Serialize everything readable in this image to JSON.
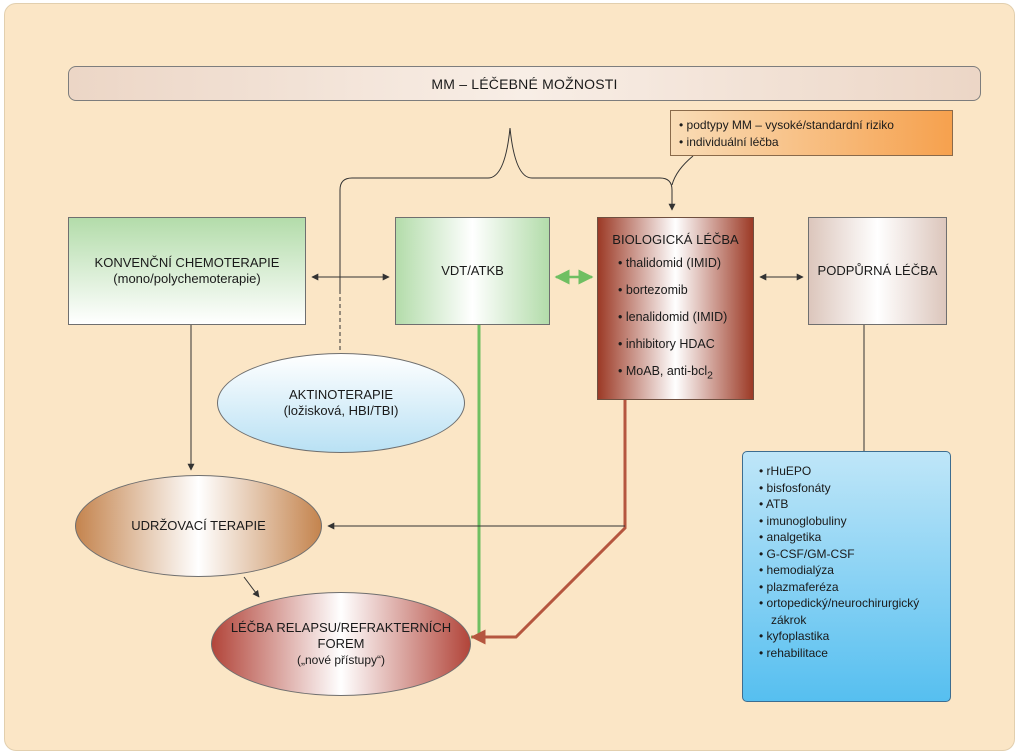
{
  "title": "MM – LÉČEBNÉ MOŽNOSTI",
  "risk_note": {
    "items": [
      "podtypy MM – vysoké/standardní riziko",
      "individuální léčba"
    ]
  },
  "chemotherapy": {
    "title": "KONVENČNÍ CHEMOTERAPIE",
    "subtitle": "(mono/polychemoterapie)"
  },
  "transplant": {
    "title": "VDT/ATKB"
  },
  "biological": {
    "title": "BIOLOGICKÁ LÉČBA",
    "items": [
      "thalidomid (IMID)",
      "bortezomib",
      "lenalidomid (IMID)",
      "inhibitory HDAC"
    ],
    "last_item_prefix": "MoAB, anti-bcl",
    "last_item_subscript": "2"
  },
  "supportive": {
    "title": "PODPŮRNÁ LÉČBA",
    "items": [
      "rHuEPO",
      "bisfosfonáty",
      "ATB",
      "imunoglobuliny",
      "analgetika",
      "G-CSF/GM-CSF",
      "hemodialýza",
      "plazmaferéza",
      "ortopedický/neurochirurgický zákrok",
      "kyfoplastika",
      "rehabilitace"
    ]
  },
  "radiotherapy": {
    "title": "AKTINOTERAPIE",
    "subtitle": "(ložisková, HBI/TBI)"
  },
  "maintenance": {
    "title": "UDRŽOVACÍ TERAPIE"
  },
  "relapse": {
    "title_line1": "LÉČBA RELAPSU/REFRAKTERNÍCH",
    "title_line2": "FOREM",
    "subtitle": "(„nové přístupy“)"
  },
  "colors": {
    "background": "#fbe6c6",
    "green_line": "#6fbf62",
    "red_line": "#b5563f",
    "dark_line": "#333333"
  },
  "bullet_symbol": "•"
}
